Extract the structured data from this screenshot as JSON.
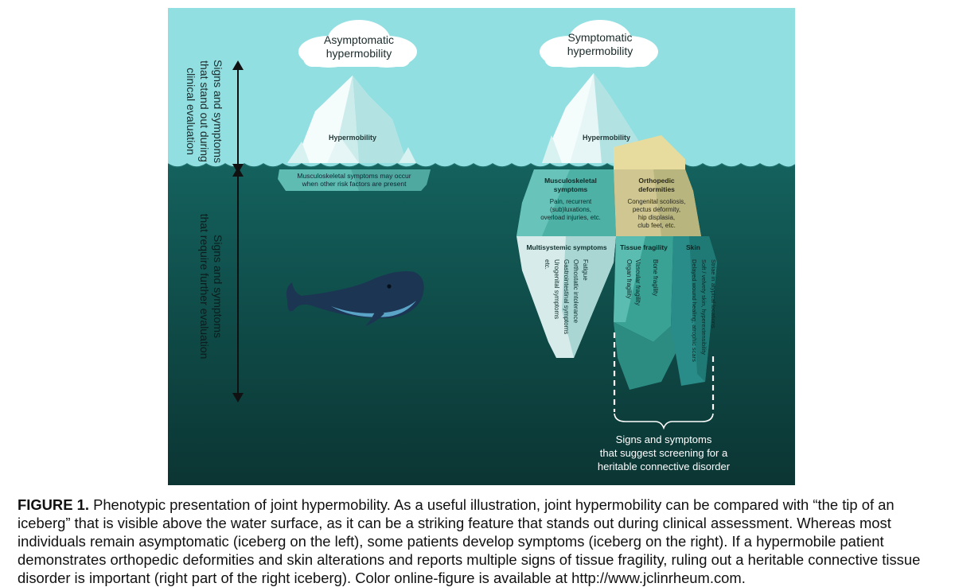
{
  "left_iceberg": {
    "cloud_line1": "Asymptomatic",
    "cloud_line2": "hypermobility",
    "tip_label": "Hypermobility",
    "under_line1": "Musculoskeletal symptoms may occur",
    "under_line2": "when other risk factors are present"
  },
  "right_iceberg": {
    "cloud_line1": "Symptomatic",
    "cloud_line2": "hypermobility",
    "tip_label": "Hypermobility",
    "msk": {
      "title1": "Musculoskeletal",
      "title2": "symptoms",
      "body1": "Pain, recurrent",
      "body2": "(sub)luxations,",
      "body3": "overload injuries, etc."
    },
    "ortho": {
      "title1": "Orthopedic",
      "title2": "deformities",
      "body1": "Congenital scoliosis,",
      "body2": "pectus deformity,",
      "body3": "hip displasia,",
      "body4": "club feet, etc."
    },
    "multisystemic": {
      "title": "Multisystemic symptoms",
      "items": [
        "Fatigue",
        "Orthostatic intolerance",
        "Gastrointestinal symptoms",
        "Urogenital symptoms",
        "etc."
      ]
    },
    "tissue": {
      "title": "Tissue fragility",
      "items": [
        "Bone fragility",
        "Vascular fragility",
        "Organ fragility"
      ]
    },
    "skin": {
      "title": "Skin",
      "items": [
        "Striae in atypical locations",
        "Soft / velvety skin, hyperextensibility",
        "Delayed wound healing, atrophic scars"
      ]
    }
  },
  "left_axis": {
    "upper_line1": "Signs and symptoms",
    "upper_line2": "that stand out during",
    "upper_line3": "clinical evaluation",
    "lower_line1": "Signs and symptoms",
    "lower_line2": "that require further evaluation"
  },
  "bracket_label": {
    "line1": "Signs and symptoms",
    "line2": "that suggest screening for a",
    "line3": "heritable connective disorder"
  },
  "caption": {
    "label": "FIGURE 1.",
    "text": "Phenotypic presentation of joint hypermobility. As a useful illustration, joint hypermobility can be compared with “the tip of an iceberg” that is visible above the water surface, as it can be a striking feature that stands out during clinical assessment. Whereas most individuals remain asymptomatic (iceberg on the left), some patients develop symptoms (iceberg on the right). If a hypermobile patient demonstrates orthopedic deformities and skin alterations and reports multiple signs of tissue fragility, ruling out a heritable connective tissue disorder is important (right part of the right iceberg). Color online-figure is available at http://www.jclinrheum.com."
  },
  "colors": {
    "sky": "#92dfe2",
    "water_top": "#14625e",
    "water_bottom": "#0c3634",
    "ice_teal": "#62c0b6",
    "ortho_tan": "#d8cf9a",
    "whale": "#1c3553"
  }
}
